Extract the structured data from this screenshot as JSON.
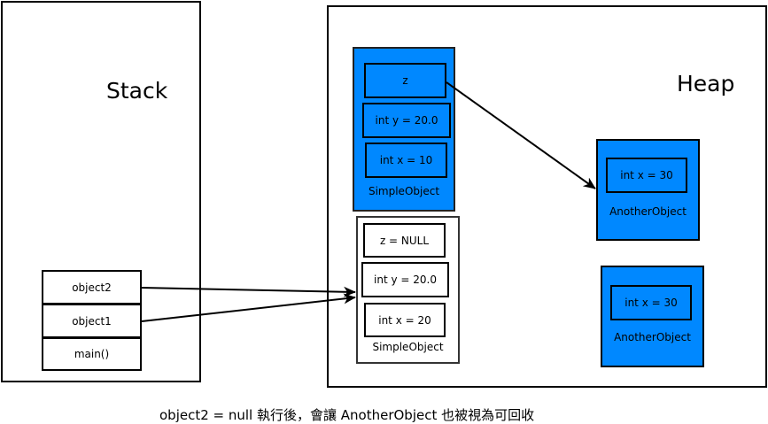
{
  "stack": {
    "title": "Stack",
    "frames": [
      "object2",
      "object1",
      "main()"
    ]
  },
  "heap": {
    "title": "Heap",
    "simple_object_1": {
      "label": "SimpleObject",
      "fields": [
        "z",
        "int y = 20.0",
        "int x = 10"
      ],
      "color": "#0088ff"
    },
    "simple_object_2": {
      "label": "SimpleObject",
      "fields": [
        "z = NULL",
        "int y = 20.0",
        "int x = 20"
      ],
      "color": "#ffffff"
    },
    "another_object_1": {
      "label": "AnotherObject",
      "fields": [
        "int x = 30"
      ],
      "color": "#0088ff"
    },
    "another_object_2": {
      "label": "AnotherObject",
      "fields": [
        "int x = 30"
      ],
      "color": "#0088ff"
    }
  },
  "references": [
    {
      "from": "object2",
      "to": "simple_object_2"
    },
    {
      "from": "object1",
      "to": "simple_object_2"
    },
    {
      "from": "simple_object_1.z",
      "to": "another_object_1"
    }
  ],
  "caption": "object2 = null 執行後，會讓 AnotherObject 也被視為可回收"
}
